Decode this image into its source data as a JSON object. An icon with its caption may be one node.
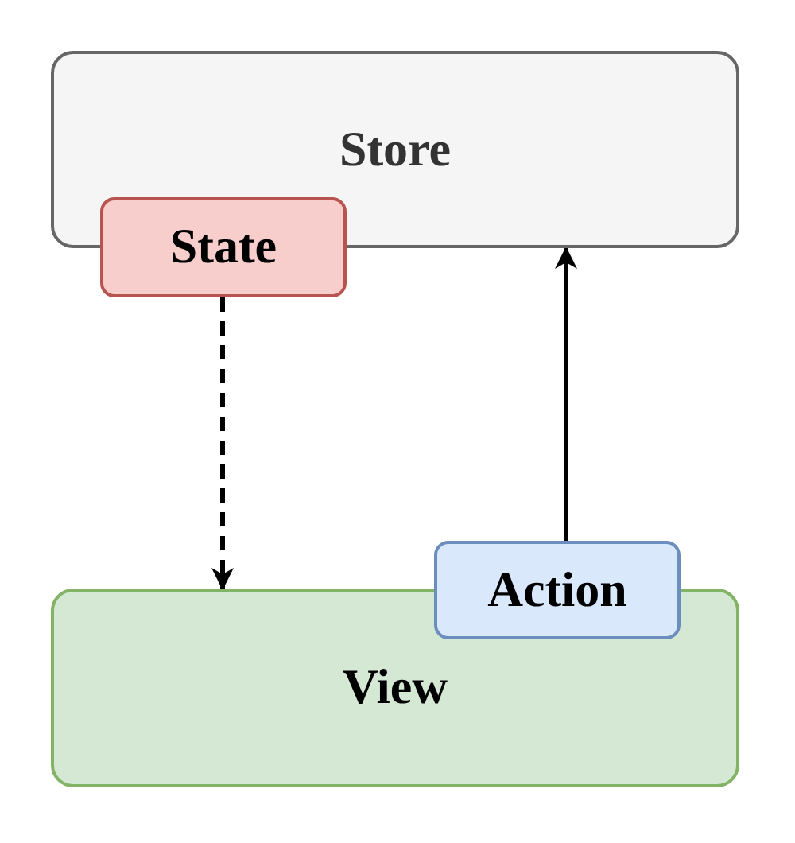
{
  "diagram": {
    "nodes": [
      {
        "text": [
          "Store"
        ]
      },
      {
        "text": [
          "State"
        ]
      },
      {
        "text": [
          "Action"
        ]
      },
      {
        "text": [
          "View"
        ]
      }
    ],
    "edges": [
      {
        "from": 1,
        "to": 3,
        "arrow": "to",
        "style": "dashed"
      },
      {
        "from": 2,
        "to": 0,
        "arrow": "to"
      }
    ]
  }
}
